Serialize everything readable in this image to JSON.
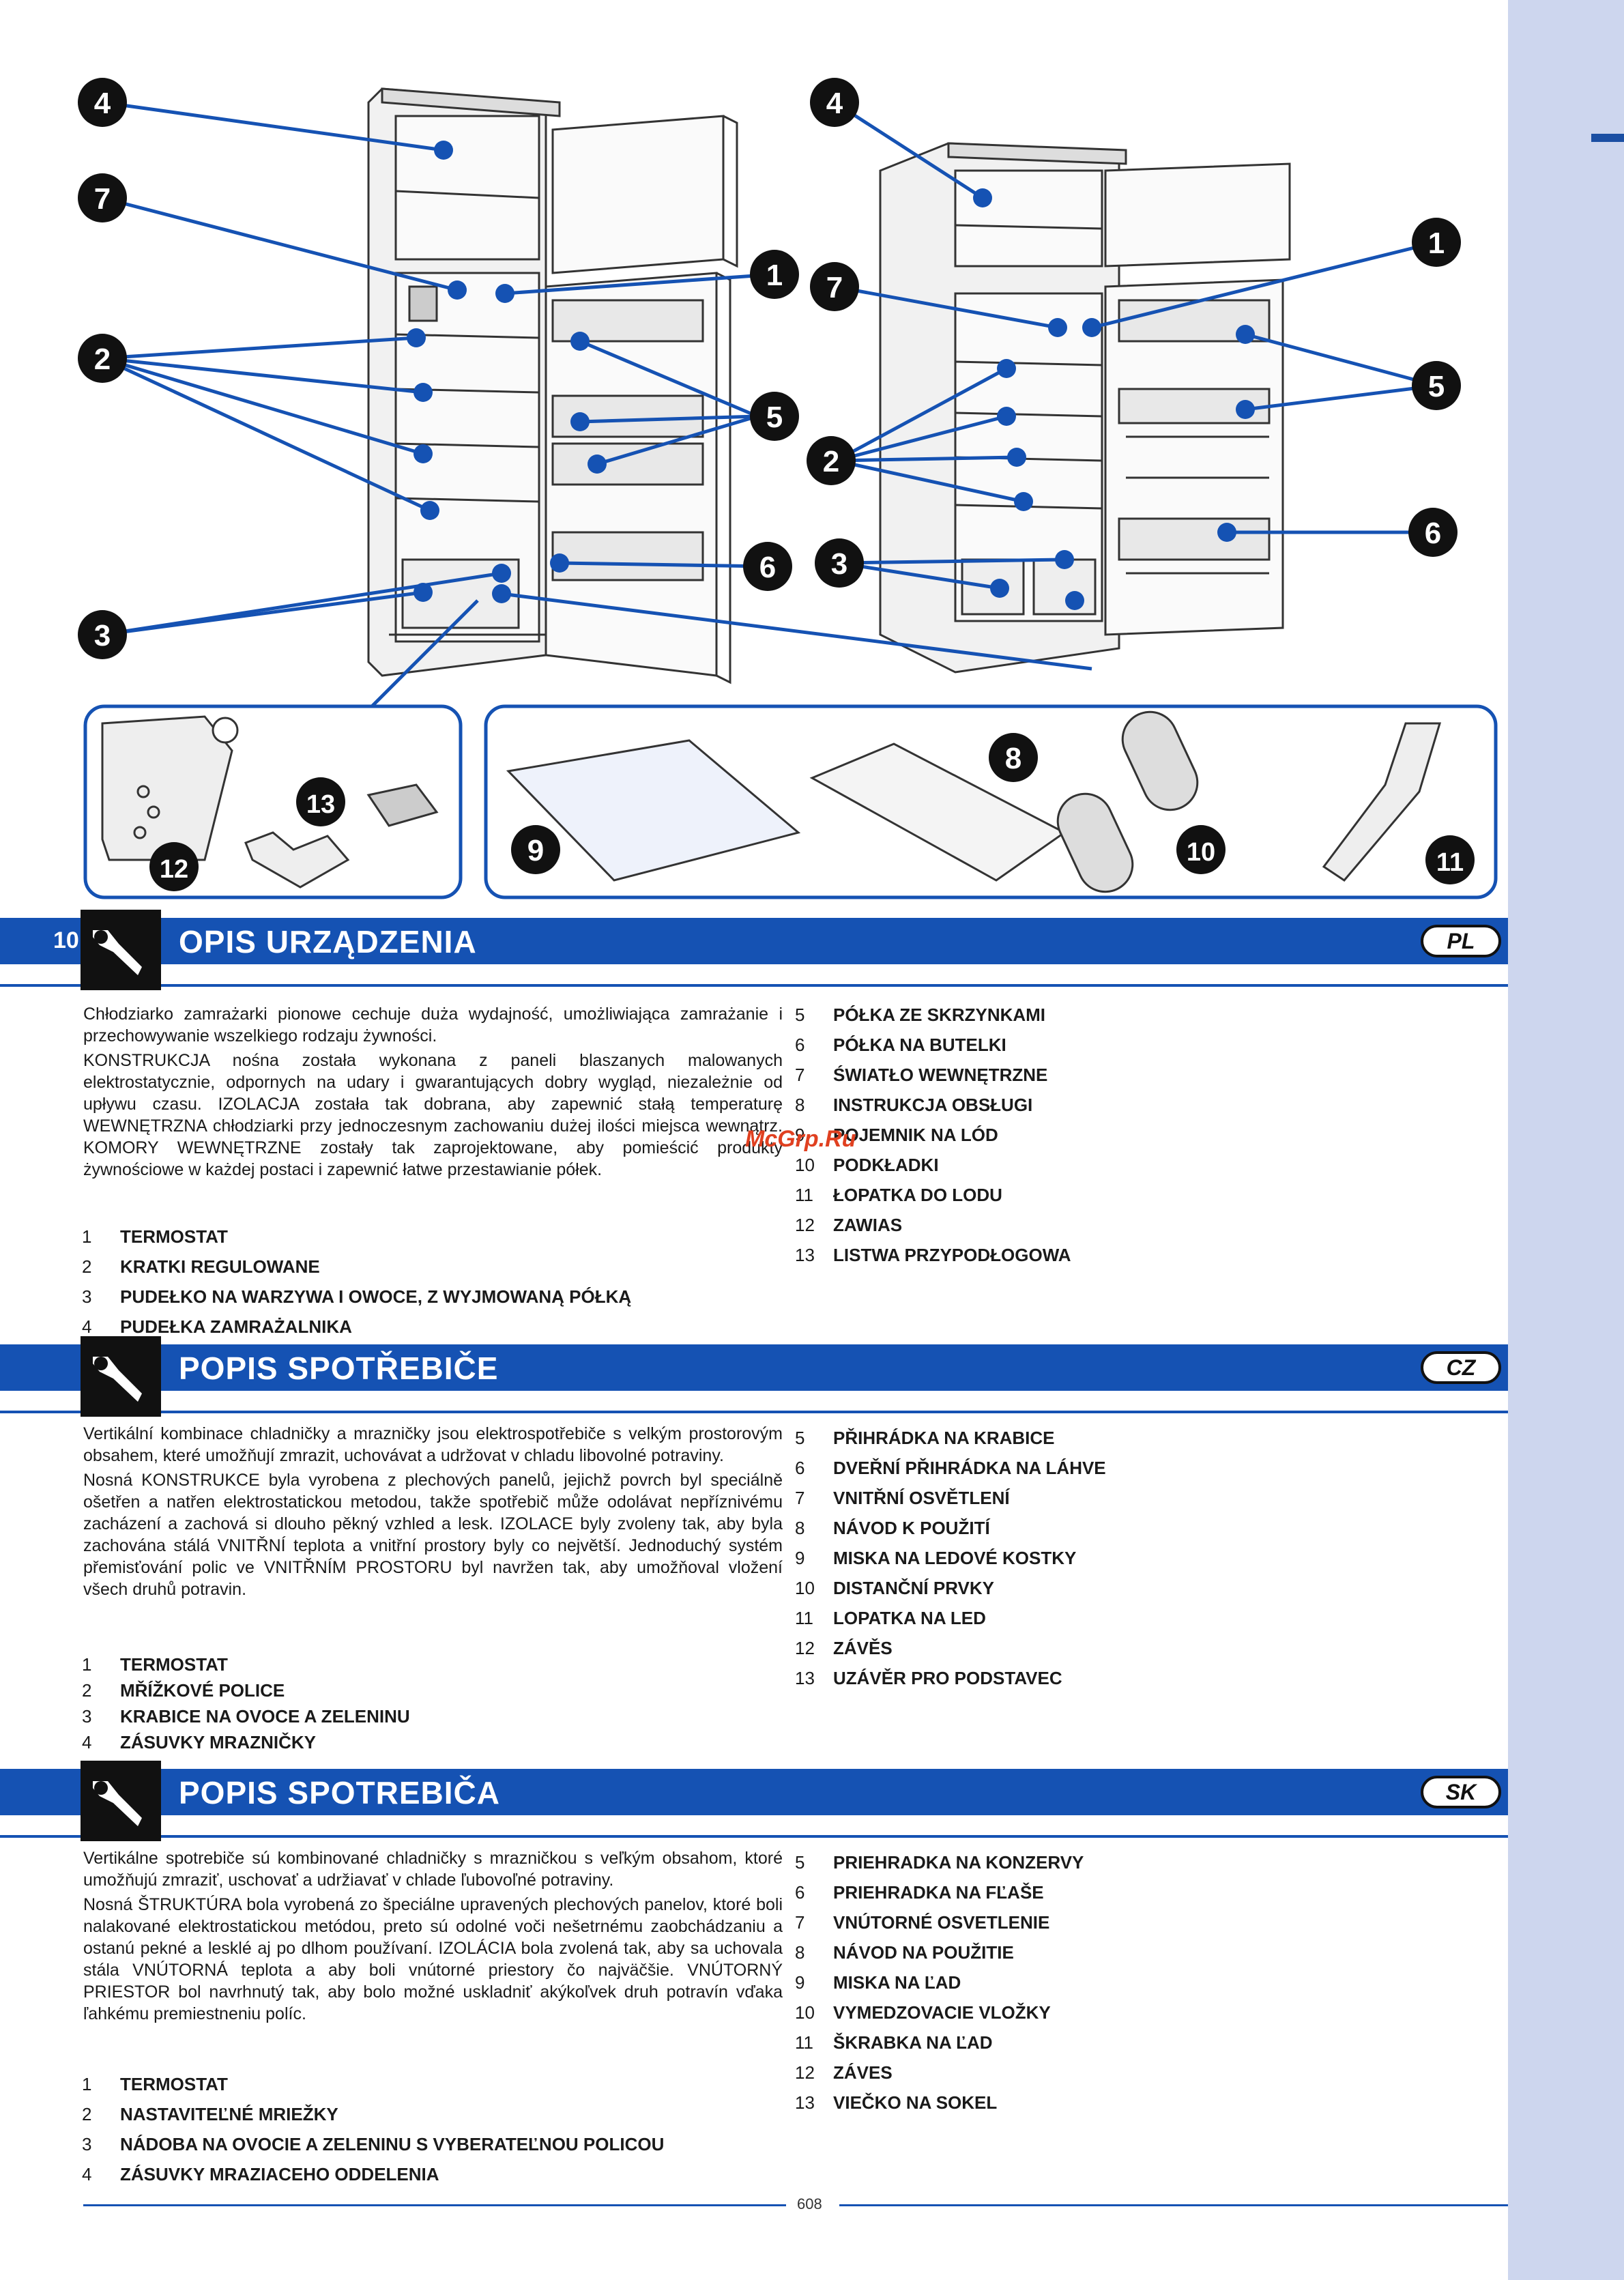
{
  "callouts": [
    "1",
    "2",
    "3",
    "4",
    "5",
    "6",
    "7",
    "8",
    "9",
    "10",
    "11",
    "12",
    "13"
  ],
  "sections": [
    {
      "page_num": "10",
      "title": "OPIS URZĄDZENIA",
      "badge": "PL",
      "intro": "Chłodziarko zamrażarki pionowe cechuje duża wydajność, umożliwiająca zamrażanie i przechowywanie wszelkiego rodzaju żywności.",
      "construction": "KONSTRUKCJA nośna została wykonana z paneli blaszanych malowanych elektrostatycznie, odpornych na udary i gwarantujących dobry wygląd, niezależnie od upływu czasu. IZOLACJA została tak dobrana, aby zapewnić stałą temperaturę WEWNĘTRZNA chłodziarki przy jednoczesnym zachowaniu dużej ilości miejsca wewnątrz. KOMORY WEWNĘTRZNE zostały tak zaprojektowane, aby pomieścić produkty żywnościowe w każdej postaci i zapewnić łatwe przestawianie półek.",
      "items_left": [
        {
          "n": "1",
          "t": "TERMOSTAT"
        },
        {
          "n": "2",
          "t": "KRATKI REGULOWANE"
        },
        {
          "n": "3",
          "t": "PUDEŁKO NA WARZYWA I OWOCE, Z WYJMOWANĄ PÓŁKĄ"
        },
        {
          "n": "4",
          "t": "PUDEŁKA ZAMRAŻALNIKA"
        }
      ],
      "items_right": [
        {
          "n": "5",
          "t": "PÓŁKA ZE SKRZYNKAMI"
        },
        {
          "n": "6",
          "t": "PÓŁKA NA BUTELKI"
        },
        {
          "n": "7",
          "t": "ŚWIATŁO WEWNĘTRZNE"
        },
        {
          "n": "8",
          "t": "INSTRUKCJA OBSŁUGI"
        },
        {
          "n": "9",
          "t": "POJEMNIK NA LÓD"
        },
        {
          "n": "10",
          "t": "PODKŁADKI"
        },
        {
          "n": "11",
          "t": "ŁOPATKA DO LODU"
        },
        {
          "n": "12",
          "t": "ZAWIAS"
        },
        {
          "n": "13",
          "t": "LISTWA PRZYPODŁOGOWA"
        }
      ]
    },
    {
      "page_num": "",
      "title": "POPIS SPOTŘEBIČE",
      "badge": "CZ",
      "intro": "Vertikální kombinace chladničky a mrazničky jsou elektrospotřebiče s velkým prostorovým obsahem, které umožňují zmrazit, uchovávat a udržovat v chladu libovolné potraviny.",
      "construction": "Nosná KONSTRUKCE byla vyrobena z plechových panelů, jejichž povrch byl speciálně ošetřen a natřen elektrostatickou metodou, takže spotřebič může odolávat nepříznivému zacházení a zachová si dlouho pěkný vzhled a lesk. IZOLACE byly zvoleny tak, aby byla zachována stálá VNITŘNÍ teplota a vnitřní prostory byly co největší. Jednoduchý systém přemisťování polic ve VNITŘNÍM PROSTORU byl navržen tak, aby umožňoval vložení všech druhů potravin.",
      "items_left": [
        {
          "n": "1",
          "t": "TERMOSTAT"
        },
        {
          "n": "2",
          "t": "MŘÍŽKOVÉ POLICE"
        },
        {
          "n": "3",
          "t": "KRABICE NA OVOCE A ZELENINU"
        },
        {
          "n": "4",
          "t": "ZÁSUVKY MRAZNIČKY"
        }
      ],
      "items_right": [
        {
          "n": "5",
          "t": "PŘIHRÁDKA NA KRABICE"
        },
        {
          "n": "6",
          "t": "DVEŘNÍ PŘIHRÁDKA NA LÁHVE"
        },
        {
          "n": "7",
          "t": "VNITŘNÍ OSVĚTLENÍ"
        },
        {
          "n": "8",
          "t": "NÁVOD K POUŽITÍ"
        },
        {
          "n": "9",
          "t": "MISKA NA LEDOVÉ KOSTKY"
        },
        {
          "n": "10",
          "t": "DISTANČNÍ PRVKY"
        },
        {
          "n": "11",
          "t": "LOPATKA NA LED"
        },
        {
          "n": "12",
          "t": "ZÁVĚS"
        },
        {
          "n": "13",
          "t": "UZÁVĚR PRO PODSTAVEC"
        }
      ]
    },
    {
      "page_num": "",
      "title": "POPIS SPOTREBIČA",
      "badge": "SK",
      "intro": "Vertikálne spotrebiče sú kombinované chladničky s mrazničkou s veľkým obsahom, ktoré umožňujú zmraziť, uschovať a udržiavať v chlade ľubovoľné potraviny.",
      "construction": "Nosná ŠTRUKTÚRA bola vyrobená zo špeciálne upravených plechových panelov, ktoré boli nalakované elektrostatickou metódou, preto sú odolné voči nešetrnému zaobchádzaniu a ostanú pekné a lesklé aj po dlhom používaní. IZOLÁCIA bola zvolená tak, aby sa uchovala stála VNÚTORNÁ teplota a aby boli vnútorné priestory čo najväčšie. VNÚTORNÝ PRIESTOR bol navrhnutý tak, aby bolo možné uskladniť akýkoľvek druh potravín vďaka ľahkému premiestneniu políc.",
      "items_left": [
        {
          "n": "1",
          "t": "TERMOSTAT"
        },
        {
          "n": "2",
          "t": "NASTAVITEĽNÉ MRIEŽKY"
        },
        {
          "n": "3",
          "t": "NÁDOBA NA OVOCIE A ZELENINU S VYBERATEĽNOU POLICOU"
        },
        {
          "n": "4",
          "t": "ZÁSUVKY MRAZIACEHO ODDELENIA"
        }
      ],
      "items_right": [
        {
          "n": "5",
          "t": "PRIEHRADKA NA KONZERVY"
        },
        {
          "n": "6",
          "t": "PRIEHRADKA NA FĽAŠE"
        },
        {
          "n": "7",
          "t": "VNÚTORNÉ OSVETLENIE"
        },
        {
          "n": "8",
          "t": "NÁVOD NA POUŽITIE"
        },
        {
          "n": "9",
          "t": "MISKA NA ĽAD"
        },
        {
          "n": "10",
          "t": "VYMEDZOVACIE VLOŽKY"
        },
        {
          "n": "11",
          "t": "ŠKRABKA NA ĽAD"
        },
        {
          "n": "12",
          "t": "ZÁVES"
        },
        {
          "n": "13",
          "t": "VIEČKO NA SOKEL"
        }
      ]
    }
  ],
  "watermark": "McGrp.Ru",
  "page_number": "608",
  "colors": {
    "accent": "#1552b3",
    "side": "#cdd6ee",
    "callout": "#111111"
  }
}
